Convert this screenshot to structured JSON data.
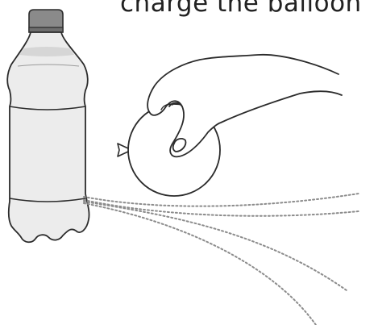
{
  "caption": "charge the balloon",
  "colors": {
    "outline": "#2b2b2b",
    "bottle_body": "#ececec",
    "bottle_liquid_top": "#d6d6d6",
    "cap": "#8a8a8a",
    "cap_dark": "#6e6e6e",
    "stream": "#8c8c8c",
    "balloon": "#ffffff"
  },
  "icons": [
    "plastic-bottle",
    "hand",
    "balloon",
    "water-stream"
  ]
}
